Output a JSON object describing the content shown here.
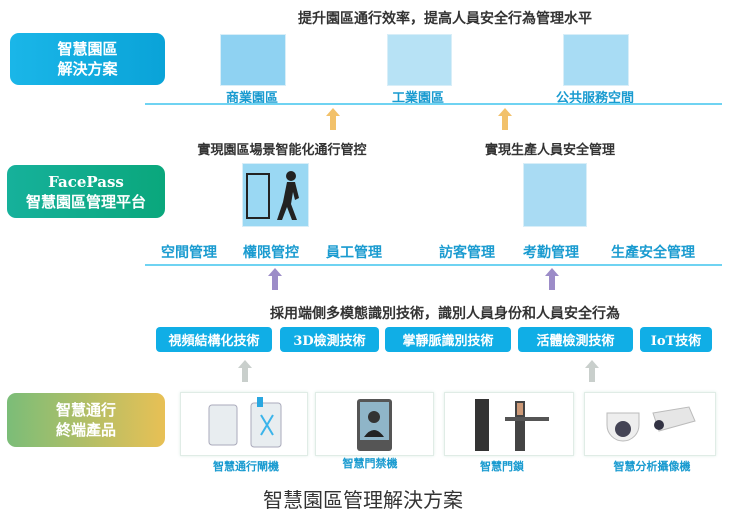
{
  "tiers": [
    {
      "label_lines": [
        "智慧園區",
        "解決方案"
      ]
    },
    {
      "label_lines": [
        "FacePass",
        "智慧園區管理平台"
      ]
    },
    {
      "label_lines": [
        "智慧通行",
        "終端產品"
      ]
    }
  ],
  "solution": {
    "headline": "提升園區通行效率，提高人員安全行為管理水平",
    "scenes": [
      "商業園區",
      "工業園區",
      "公共服務空間"
    ]
  },
  "platform": {
    "goals": [
      "實現園區場景智能化通行管控",
      "實現生產人員安全管理"
    ],
    "modules": [
      "空間管理",
      "權限管控",
      "員工管理",
      "訪客管理",
      "考勤管理",
      "生產安全管理"
    ]
  },
  "terminal": {
    "headline": "採用端側多模態識別技術，識別人員身份和人員安全行為",
    "technologies": [
      "視頻結構化技術",
      "3D檢測技術",
      "掌靜脈識別技術",
      "活體檢測技術",
      "IoT技術"
    ],
    "products": [
      "智慧通行閘機",
      "智慧門禁機",
      "智慧門鎖",
      "智慧分析攝像機"
    ]
  },
  "caption": "智慧園區管理解決方案",
  "colors": {
    "cyan": "#10aee6",
    "line": "#6fd3f2",
    "label_blue": "#1a9bd0"
  }
}
